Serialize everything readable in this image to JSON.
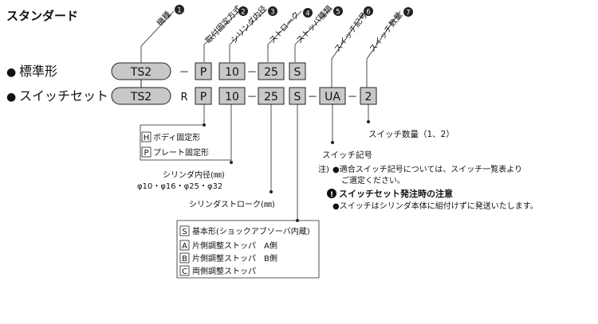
{
  "title": "スタンダード",
  "rows": [
    {
      "bullet": "●",
      "label": "標準形",
      "model": "TS2",
      "sep": "－"
    },
    {
      "bullet": "●",
      "label": "スイッチセット",
      "model": "TS2",
      "sep": "R"
    }
  ],
  "boxes": {
    "mount": "P",
    "bore": "10",
    "stroke": "25",
    "stopper": "S",
    "switch": "UA",
    "qty": "2"
  },
  "dashes": {
    "d1": "－",
    "d2": "－",
    "d3": "－",
    "d4": "－",
    "d5": "－"
  },
  "callouts": [
    {
      "text": "機種",
      "num": "1"
    },
    {
      "text": "取付固定方式",
      "num": "2"
    },
    {
      "text": "シリンダ内径",
      "num": "3"
    },
    {
      "text": "ストローク",
      "num": "4"
    },
    {
      "text": "ストッパ種類",
      "num": "5"
    },
    {
      "text": "スイッチ記号",
      "num": "6"
    },
    {
      "text": "スイッチ数量",
      "num": "7"
    }
  ],
  "mount_options": [
    {
      "code": "H",
      "label": "ボディ固定形"
    },
    {
      "code": "P",
      "label": "プレート固定形"
    }
  ],
  "bore_title": "シリンダ内径(㎜)",
  "bore_values": "φ10・φ16・φ25・φ32",
  "stroke_title": "シリンダストローク(㎜)",
  "stopper_options": [
    {
      "code": "S",
      "label": "基本形(ショックアブソーバ内蔵)"
    },
    {
      "code": "A",
      "label": "片側調整ストッパ　A側"
    },
    {
      "code": "B",
      "label": "片側調整ストッパ　B側"
    },
    {
      "code": "C",
      "label": "両側調整ストッパ"
    }
  ],
  "qty_note": "スイッチ数量（1、2）",
  "switch_title": "スイッチ記号",
  "note_prefix": "注)",
  "note_line1": "●適合スイッチ記号については、スイッチ一覧表より",
  "note_line2": "ご選定ください。",
  "warning_icon": "!",
  "warning_title": "スイッチセット発注時の注意",
  "warning_line": "●スイッチはシリンダ本体に組付けずに発送いたします。"
}
